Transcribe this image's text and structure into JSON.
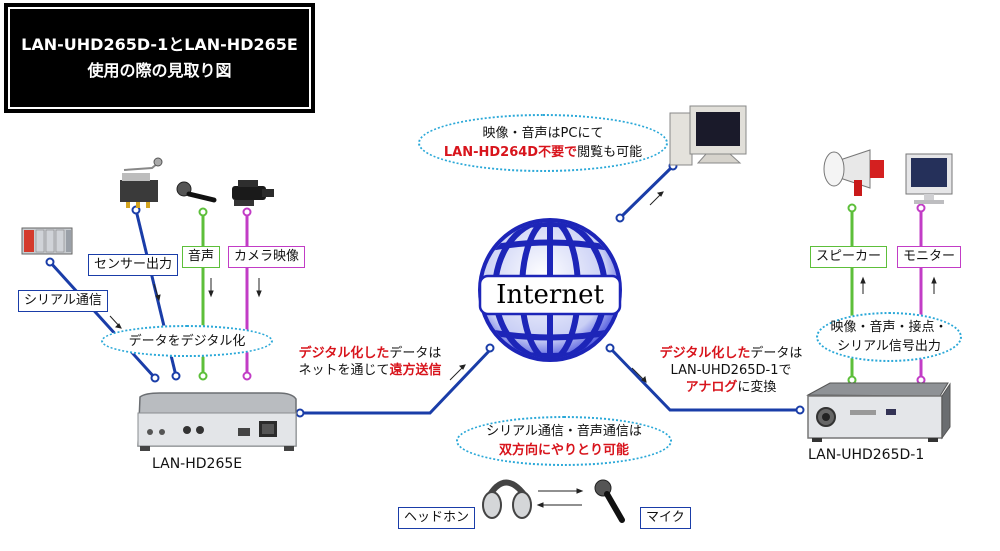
{
  "title": {
    "line1": "LAN-UHD265D-1とLAN-HD265E",
    "line2": "使用の際の見取り図"
  },
  "internet": {
    "label": "Internet"
  },
  "encoder": {
    "name": "LAN-HD265E"
  },
  "decoder": {
    "name": "LAN-UHD265D-1"
  },
  "input_labels": {
    "serial": "シリアル通信",
    "sensor": "センサー出力",
    "audio": "音声",
    "camera": "カメラ映像"
  },
  "output_labels": {
    "speaker": "スピーカー",
    "monitor": "モニター"
  },
  "headphone_label": "ヘッドホン",
  "mic_label": "マイク",
  "bubble_digitize": "データをデジタル化",
  "bubble_pc": {
    "line1": "映像・音声はPCにて",
    "line2_red": "LAN-HD264D不要で",
    "line2_rest": "閲覧も可能"
  },
  "bubble_output": {
    "line1": "映像・音声・接点・",
    "line2": "シリアル信号出力"
  },
  "bubble_serial": {
    "line1": "シリアル通信・音声通信は",
    "line2_red": "双方向にやりとり可能"
  },
  "note_send": {
    "red1": "デジタル化した",
    "rest1": "データは",
    "rest2a": "ネットを通じて",
    "red2": "遠方送信"
  },
  "note_convert": {
    "red1": "デジタル化した",
    "rest1": "データは",
    "line2": "LAN-UHD265D-1で",
    "red3": "アナログ",
    "rest3": "に変換"
  },
  "colors": {
    "blue": "#1a3da8",
    "green": "#5dbf3a",
    "magenta": "#c23cc6",
    "red": "#d8141c",
    "bubble": "#2aa8d8"
  }
}
